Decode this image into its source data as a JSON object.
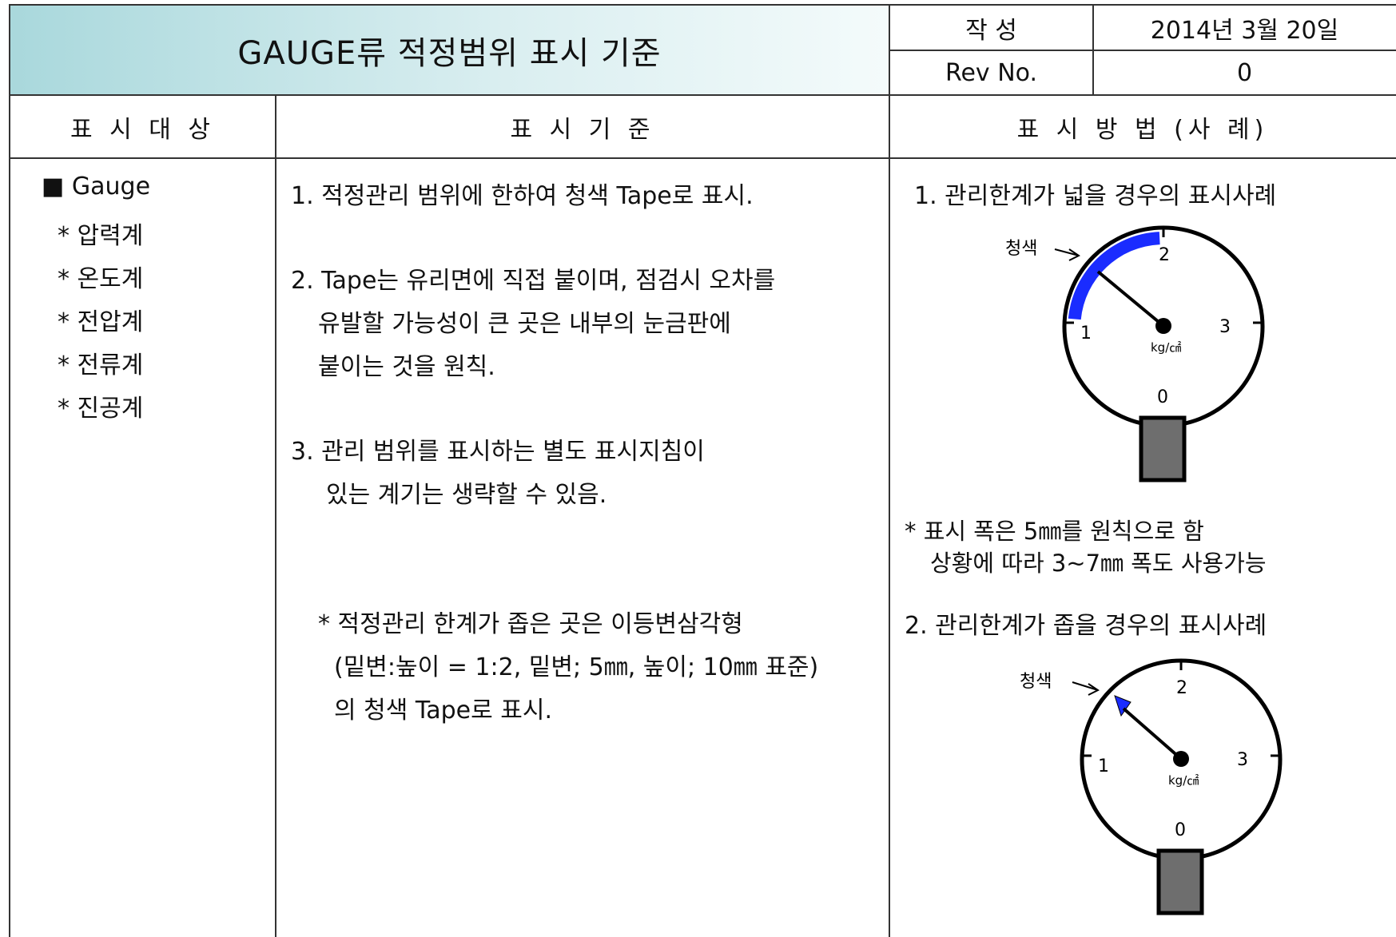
{
  "title": "GAUGE류 적정범위 표시 기준",
  "meta": {
    "written_label": "작      성",
    "written_value": "2014년 3월 20일",
    "rev_label": "Rev No.",
    "rev_value": "0"
  },
  "columns": {
    "target": "표 시  대 상",
    "standard": "표 시  기 준",
    "method": "표 시  방 법 (사 례)"
  },
  "target": {
    "heading": "■ Gauge",
    "items": [
      "* 압력계",
      "* 온도계",
      "* 전압계",
      "* 전류계",
      "* 진공계"
    ]
  },
  "standard": {
    "lines": [
      "1. 적정관리 범위에 한하여 청색 Tape로 표시.",
      "2. Tape는 유리면에 직접 붙이며, 점검시 오차를",
      "유발할 가능성이 큰 곳은 내부의 눈금판에",
      "붙이는 것을 원칙.",
      "3. 관리 범위를 표시하는 별도 표시지침이",
      "있는 계기는 생략할 수 있음.",
      "* 적정관리 한계가 좁은 곳은 이등변삼각형",
      "(밑변:높이 = 1:2, 밑변; 5㎜, 높이; 10㎜ 표준)",
      "의 청색 Tape로 표시."
    ]
  },
  "method": {
    "case1_title": "1. 관리한계가 넓을 경우의 표시사례",
    "case1_note1": "* 표시 폭은 5㎜를 원칙으로 함",
    "case1_note2": "상황에 따라 3~7㎜ 폭도 사용가능",
    "case2_title": "2. 관리한계가 좁을 경우의 표시사례",
    "gauge_labels": {
      "blue_tape": "청색",
      "tick_0": "0",
      "tick_1": "1",
      "tick_2": "2",
      "tick_3": "3",
      "unit": "kg/㎠"
    }
  },
  "colors": {
    "title_bg_start": "#a9d8dc",
    "tape_blue": "#1a2cff",
    "stem_gray": "#6e6e6e",
    "border": "#333333"
  }
}
